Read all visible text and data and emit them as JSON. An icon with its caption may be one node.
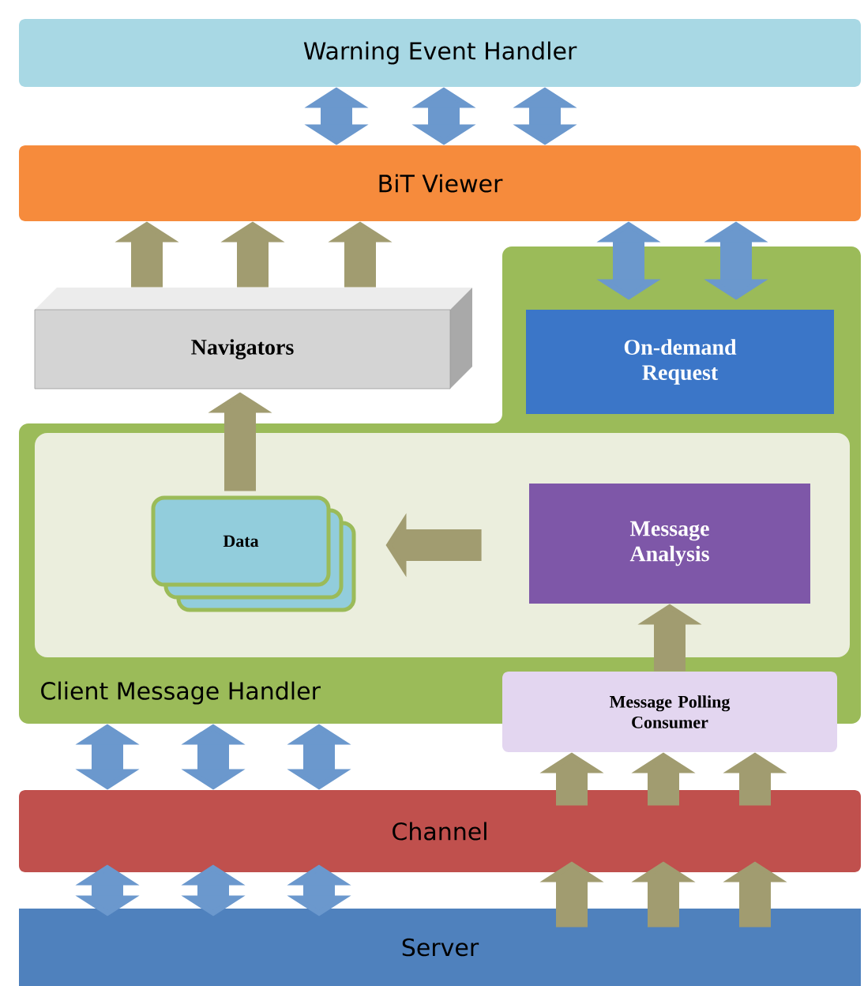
{
  "diagram": {
    "nodes": [
      {
        "text": [
          "Warning Event Handler"
        ]
      },
      {
        "text": [
          "BiT Viewer"
        ]
      },
      {
        "text": [
          "Navigators"
        ]
      },
      {
        "text": [
          "Client Message Handler"
        ]
      },
      {
        "text": [],
        "shape": "box",
        "in": 3
      },
      {
        "text": [
          "On-demand Request"
        ],
        "in": 3
      },
      {
        "text": [
          "Data"
        ],
        "in": 4
      },
      {
        "text": [
          "Message Analysis"
        ],
        "in": 4
      },
      {
        "text": [
          "Message Polling Consumer"
        ]
      },
      {
        "text": [
          "Channel"
        ]
      },
      {
        "text": [
          "Server"
        ]
      }
    ],
    "edges": [
      {
        "from": 0,
        "to": 1,
        "arrow": "both",
        "color": "#6b98cd"
      },
      {
        "from": 0,
        "to": 1,
        "arrow": "both",
        "color": "#6b98cd"
      },
      {
        "from": 0,
        "to": 1,
        "arrow": "both",
        "color": "#6b98cd"
      },
      {
        "from": 1,
        "to": 5,
        "arrow": "both",
        "color": "#6b98cd"
      },
      {
        "from": 1,
        "to": 5,
        "arrow": "both",
        "color": "#6b98cd"
      },
      {
        "from": 2,
        "to": 1,
        "arrow": "to"
      },
      {
        "from": 2,
        "to": 1,
        "arrow": "to"
      },
      {
        "from": 2,
        "to": 1,
        "arrow": "to"
      },
      {
        "from": 6,
        "to": 2,
        "arrow": "to"
      },
      {
        "from": 7,
        "to": 6,
        "arrow": "to"
      },
      {
        "from": 8,
        "to": 7,
        "arrow": "to"
      },
      {
        "from": 3,
        "to": 9,
        "arrow": "both",
        "color": "#6b98cd"
      },
      {
        "from": 3,
        "to": 9,
        "arrow": "both",
        "color": "#6b98cd"
      },
      {
        "from": 3,
        "to": 9,
        "arrow": "both",
        "color": "#6b98cd"
      },
      {
        "from": 9,
        "to": 8,
        "arrow": "to"
      },
      {
        "from": 9,
        "to": 8,
        "arrow": "to"
      },
      {
        "from": 9,
        "to": 8,
        "arrow": "to"
      },
      {
        "from": 10,
        "to": 9,
        "arrow": "both",
        "color": "#6b98cd"
      },
      {
        "from": 10,
        "to": 9,
        "arrow": "both",
        "color": "#6b98cd"
      },
      {
        "from": 10,
        "to": 9,
        "arrow": "both",
        "color": "#6b98cd"
      },
      {
        "from": 10,
        "to": 9,
        "arrow": "to"
      },
      {
        "from": 10,
        "to": 9,
        "arrow": "to"
      },
      {
        "from": 10,
        "to": 9,
        "arrow": "to"
      }
    ]
  }
}
